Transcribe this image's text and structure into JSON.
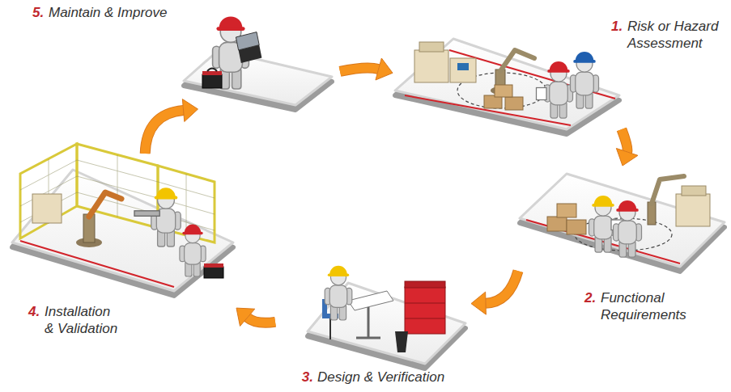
{
  "diagram": {
    "nodes": [
      {
        "text": [
          "1.",
          "Risk or Hazard Assessment"
        ]
      },
      {
        "text": [
          "2.",
          "Functional Requirements"
        ]
      },
      {
        "text": [
          "3.",
          "Design & Verification"
        ]
      },
      {
        "text": [
          "4.",
          "Installation & Validation"
        ]
      },
      {
        "text": [
          "5.",
          "Maintain & Improve"
        ]
      }
    ],
    "edges": [
      {
        "from": 0,
        "to": 1,
        "arrow": "to"
      },
      {
        "from": 1,
        "to": 2,
        "arrow": "to"
      },
      {
        "from": 2,
        "to": 3,
        "arrow": "to"
      },
      {
        "from": 3,
        "to": 4,
        "arrow": "to"
      },
      {
        "from": 4,
        "to": 0,
        "arrow": "to"
      }
    ]
  }
}
